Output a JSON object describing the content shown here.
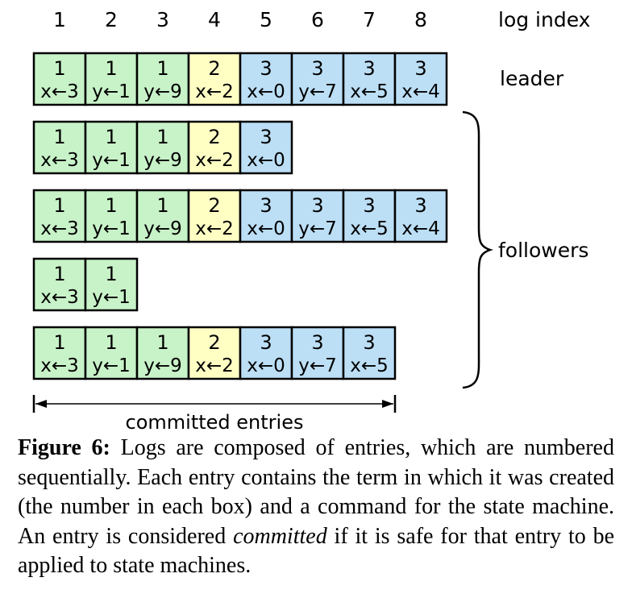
{
  "index_labels": [
    "1",
    "2",
    "3",
    "4",
    "5",
    "6",
    "7",
    "8"
  ],
  "log_index_label": "log index",
  "leader_label": "leader",
  "followers_label": "followers",
  "committed_label": "committed entries",
  "term_colors": {
    "1": "#c8f2c8",
    "2": "#ffffc4",
    "3": "#bcdff6"
  },
  "logs": [
    {
      "role": "leader",
      "entries": [
        {
          "term": "1",
          "cmd": "x←3"
        },
        {
          "term": "1",
          "cmd": "y←1"
        },
        {
          "term": "1",
          "cmd": "y←9"
        },
        {
          "term": "2",
          "cmd": "x←2"
        },
        {
          "term": "3",
          "cmd": "x←0"
        },
        {
          "term": "3",
          "cmd": "y←7"
        },
        {
          "term": "3",
          "cmd": "x←5"
        },
        {
          "term": "3",
          "cmd": "x←4"
        }
      ]
    },
    {
      "role": "follower",
      "entries": [
        {
          "term": "1",
          "cmd": "x←3"
        },
        {
          "term": "1",
          "cmd": "y←1"
        },
        {
          "term": "1",
          "cmd": "y←9"
        },
        {
          "term": "2",
          "cmd": "x←2"
        },
        {
          "term": "3",
          "cmd": "x←0"
        }
      ]
    },
    {
      "role": "follower",
      "entries": [
        {
          "term": "1",
          "cmd": "x←3"
        },
        {
          "term": "1",
          "cmd": "y←1"
        },
        {
          "term": "1",
          "cmd": "y←9"
        },
        {
          "term": "2",
          "cmd": "x←2"
        },
        {
          "term": "3",
          "cmd": "x←0"
        },
        {
          "term": "3",
          "cmd": "y←7"
        },
        {
          "term": "3",
          "cmd": "x←5"
        },
        {
          "term": "3",
          "cmd": "x←4"
        }
      ]
    },
    {
      "role": "follower",
      "entries": [
        {
          "term": "1",
          "cmd": "x←3"
        },
        {
          "term": "1",
          "cmd": "y←1"
        }
      ]
    },
    {
      "role": "follower",
      "entries": [
        {
          "term": "1",
          "cmd": "x←3"
        },
        {
          "term": "1",
          "cmd": "y←1"
        },
        {
          "term": "1",
          "cmd": "y←9"
        },
        {
          "term": "2",
          "cmd": "x←2"
        },
        {
          "term": "3",
          "cmd": "x←0"
        },
        {
          "term": "3",
          "cmd": "y←7"
        },
        {
          "term": "3",
          "cmd": "x←5"
        }
      ]
    }
  ],
  "committed_count": 7,
  "caption": {
    "label": "Figure 6:",
    "text": " Logs are composed of entries, which are numbered sequentially. Each entry contains the term in which it was created (the number in each box) and a command for the state machine. An entry is considered ",
    "emphasis": "committed",
    "text_end": " if it is safe for that entry to be applied to state machines."
  }
}
